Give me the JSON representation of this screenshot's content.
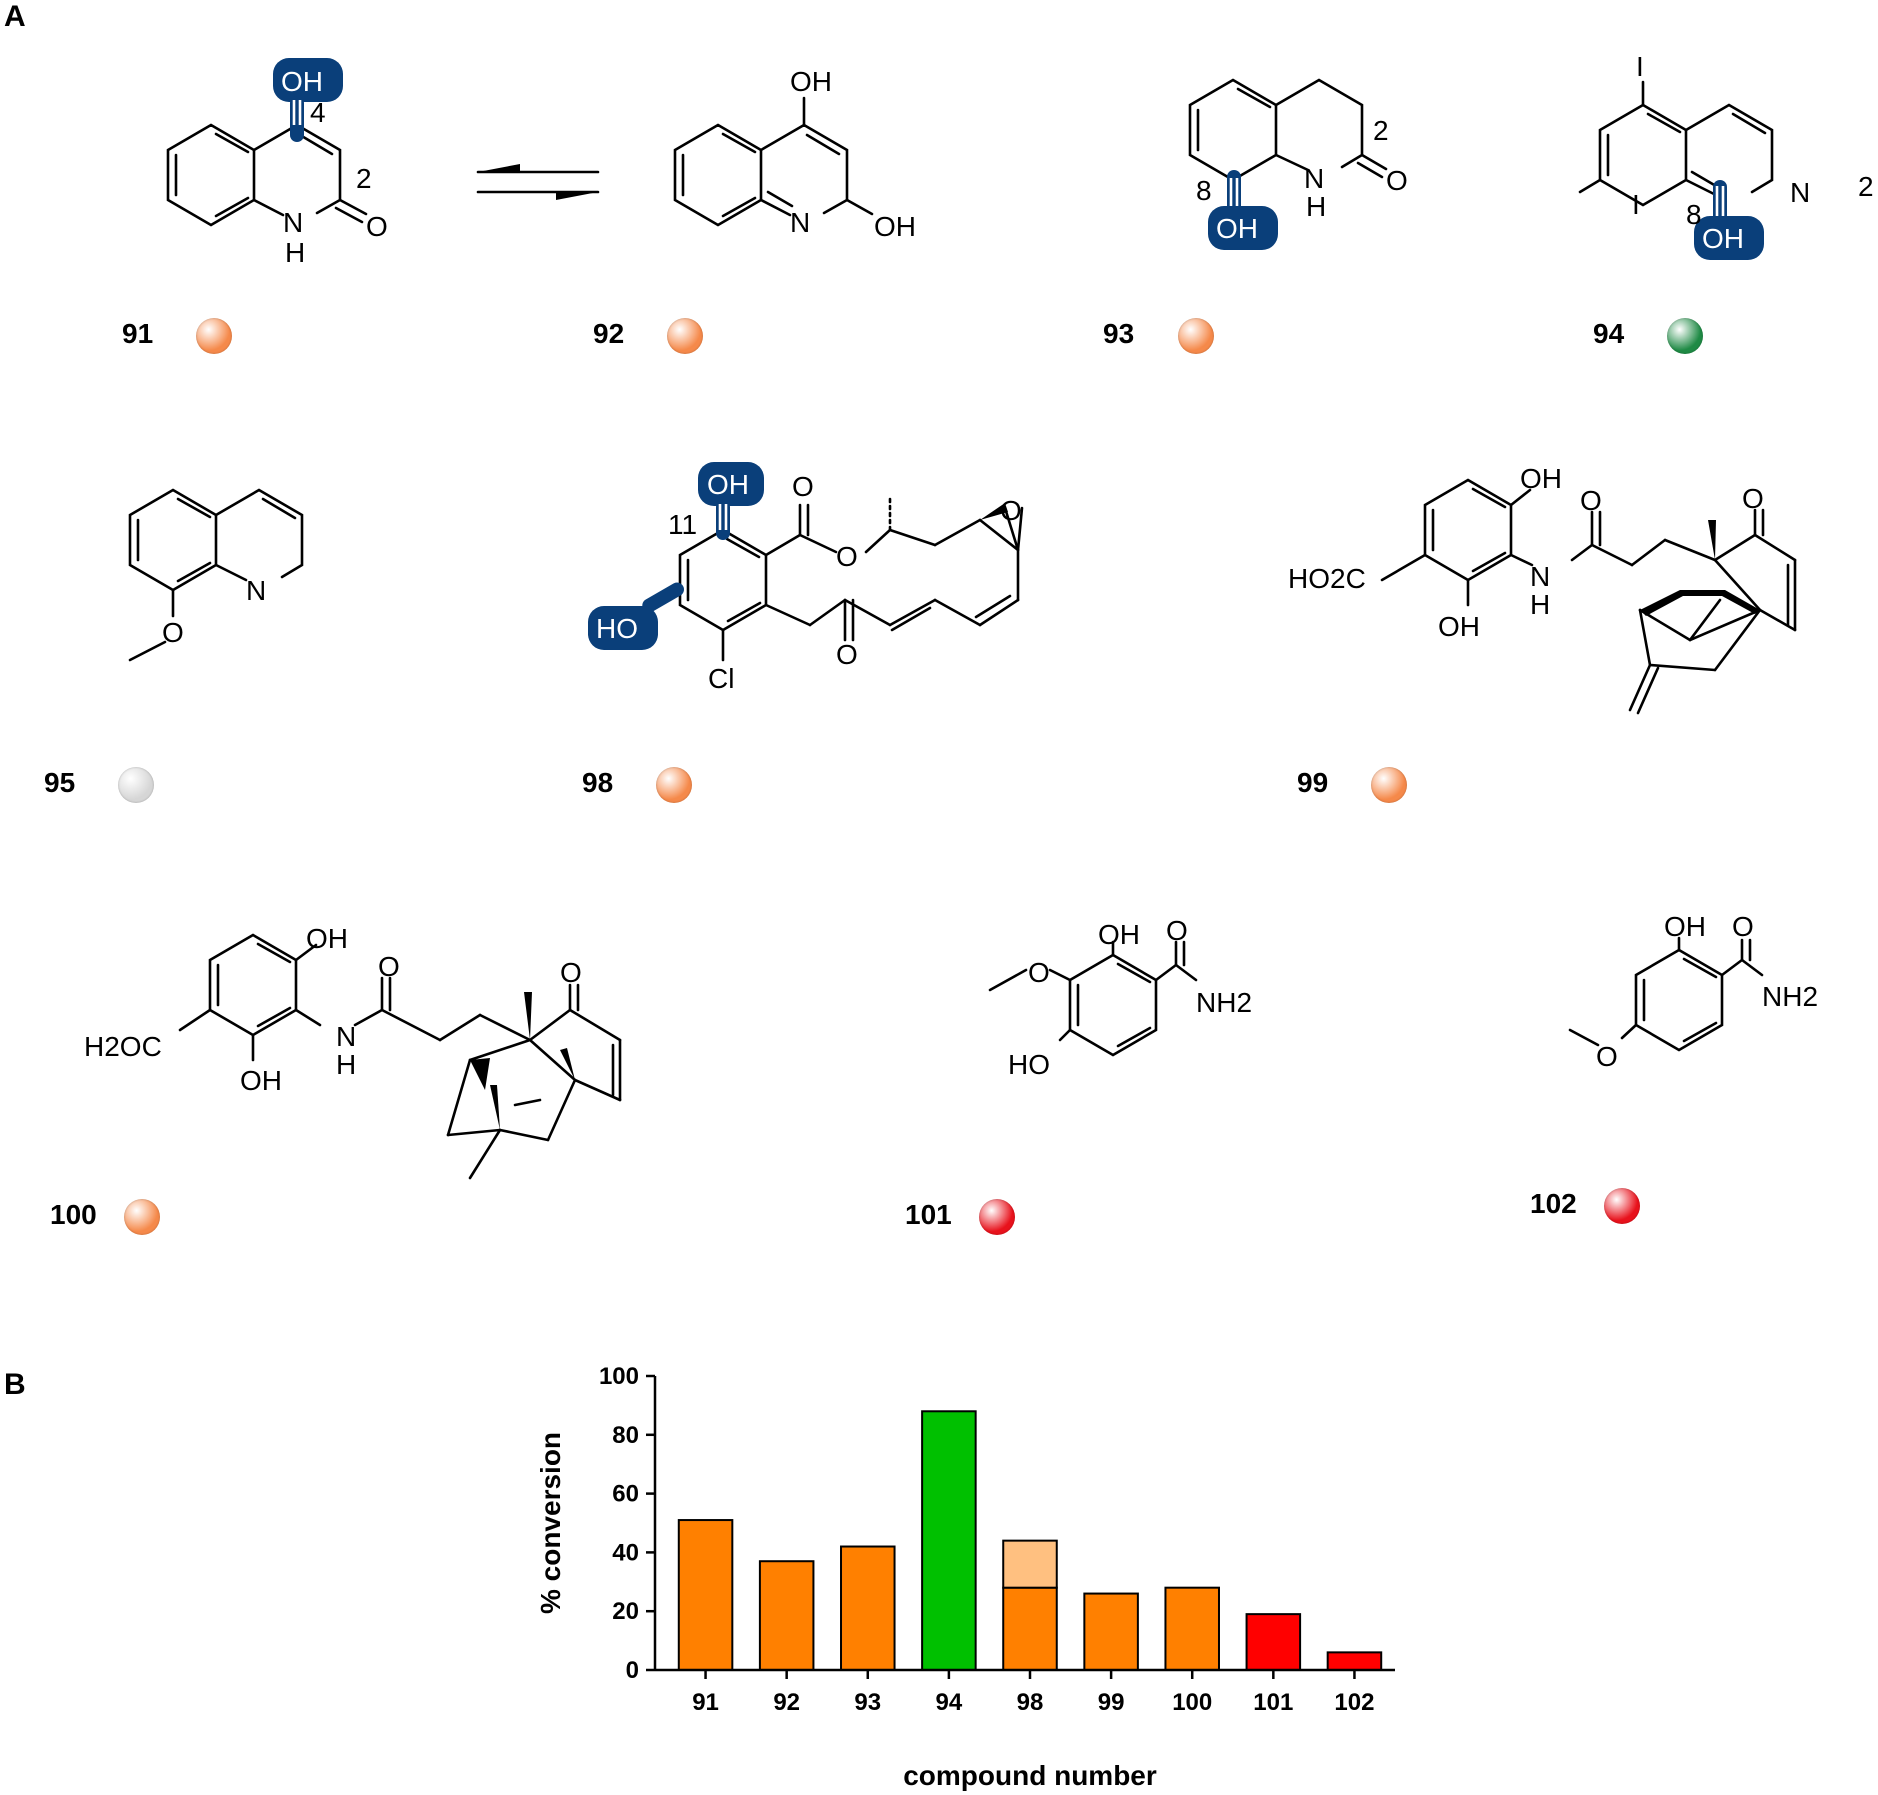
{
  "panels": {
    "a": "A",
    "b": "B"
  },
  "compounds": [
    {
      "id": "91",
      "dot": "orange"
    },
    {
      "id": "92",
      "dot": "orange"
    },
    {
      "id": "93",
      "dot": "orange"
    },
    {
      "id": "94",
      "dot": "green"
    },
    {
      "id": "95",
      "dot": "grey"
    },
    {
      "id": "98",
      "dot": "orange"
    },
    {
      "id": "99",
      "dot": "orange"
    },
    {
      "id": "100",
      "dot": "orange"
    },
    {
      "id": "101",
      "dot": "red"
    },
    {
      "id": "102",
      "dot": "red"
    }
  ],
  "dot_colors": {
    "orange": "#f5894a",
    "green": "#1f8a45",
    "grey": "#d6d6d6",
    "red": "#e8121c"
  },
  "atom_labels": {
    "oh": "OH",
    "ho": "HO",
    "n": "N",
    "h": "H",
    "o": "O",
    "i": "I",
    "cl": "Cl",
    "nh": "NH",
    "nh2": "NH2",
    "ho2c": "HO2C",
    "h2oc": "H2OC",
    "pos2": "2",
    "pos4": "4",
    "pos8": "8",
    "pos11": "11"
  },
  "highlight_color": "#0a3f7a",
  "chart_data": {
    "type": "bar",
    "categories": [
      "91",
      "92",
      "93",
      "94",
      "98",
      "99",
      "100",
      "101",
      "102"
    ],
    "values": [
      51,
      37,
      42,
      88,
      28,
      26,
      28,
      19,
      6
    ],
    "stacked_top": [
      0,
      0,
      0,
      0,
      16,
      0,
      0,
      0,
      0
    ],
    "bar_colors": [
      "#ff8000",
      "#ff8000",
      "#ff8000",
      "#00c000",
      "#ff8000",
      "#ff8000",
      "#ff8000",
      "#ff0000",
      "#ff0000"
    ],
    "stack_color": "#ffc080",
    "xlabel": "compound number",
    "ylabel": "% conversion",
    "ylim": [
      0,
      100
    ],
    "yticks": [
      0,
      20,
      40,
      60,
      80,
      100
    ]
  }
}
